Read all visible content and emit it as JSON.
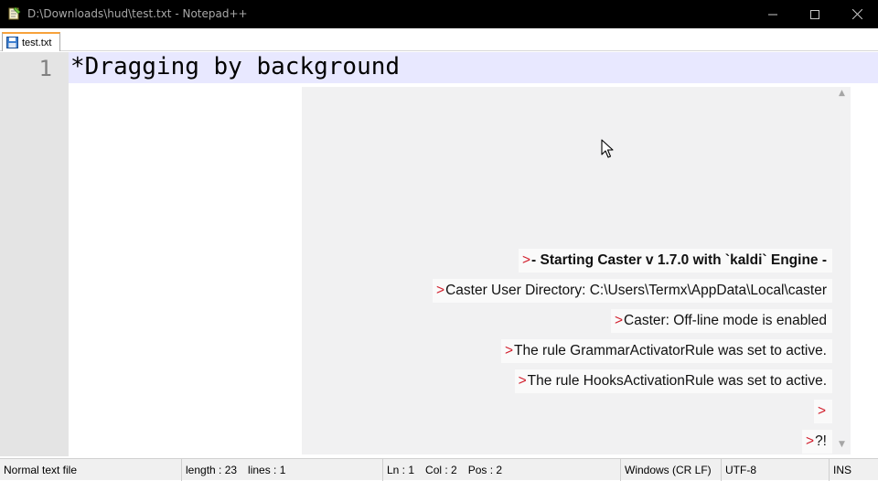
{
  "window": {
    "title": "D:\\Downloads\\hud\\test.txt - Notepad++",
    "min_glyph": "—",
    "max_glyph": "☐",
    "close_glyph": "✕"
  },
  "tabs": [
    {
      "label": "test.txt",
      "icon": "save-disk-icon",
      "accent": "#f7a23b"
    }
  ],
  "editor": {
    "line_number": "1",
    "line_text": "*Dragging by background",
    "current_line_color": "#e8e8ff"
  },
  "hud": {
    "prompt_color": "#d21f2d",
    "lines": [
      {
        "prompt": ">",
        "text": " - Starting Caster v 1.7.0 with `kaldi` Engine -"
      },
      {
        "prompt": ">",
        "text": "Caster User Directory: C:\\Users\\Termx\\AppData\\Local\\caster"
      },
      {
        "prompt": ">",
        "text": " Caster: Off-line mode is enabled"
      },
      {
        "prompt": ">",
        "text": "The rule GrammarActivatorRule was set to active."
      },
      {
        "prompt": ">",
        "text": "The rule HooksActivationRule was set to active."
      },
      {
        "prompt": ">",
        "text": ""
      },
      {
        "prompt": ">",
        "text": "?!"
      }
    ]
  },
  "statusbar": {
    "file_type": "Normal text file",
    "length": "length : 23",
    "lines": "lines : 1",
    "ln": "Ln : 1",
    "col": "Col : 2",
    "pos": "Pos : 2",
    "eol": "Windows (CR LF)",
    "encoding": "UTF-8",
    "mode": "INS"
  }
}
